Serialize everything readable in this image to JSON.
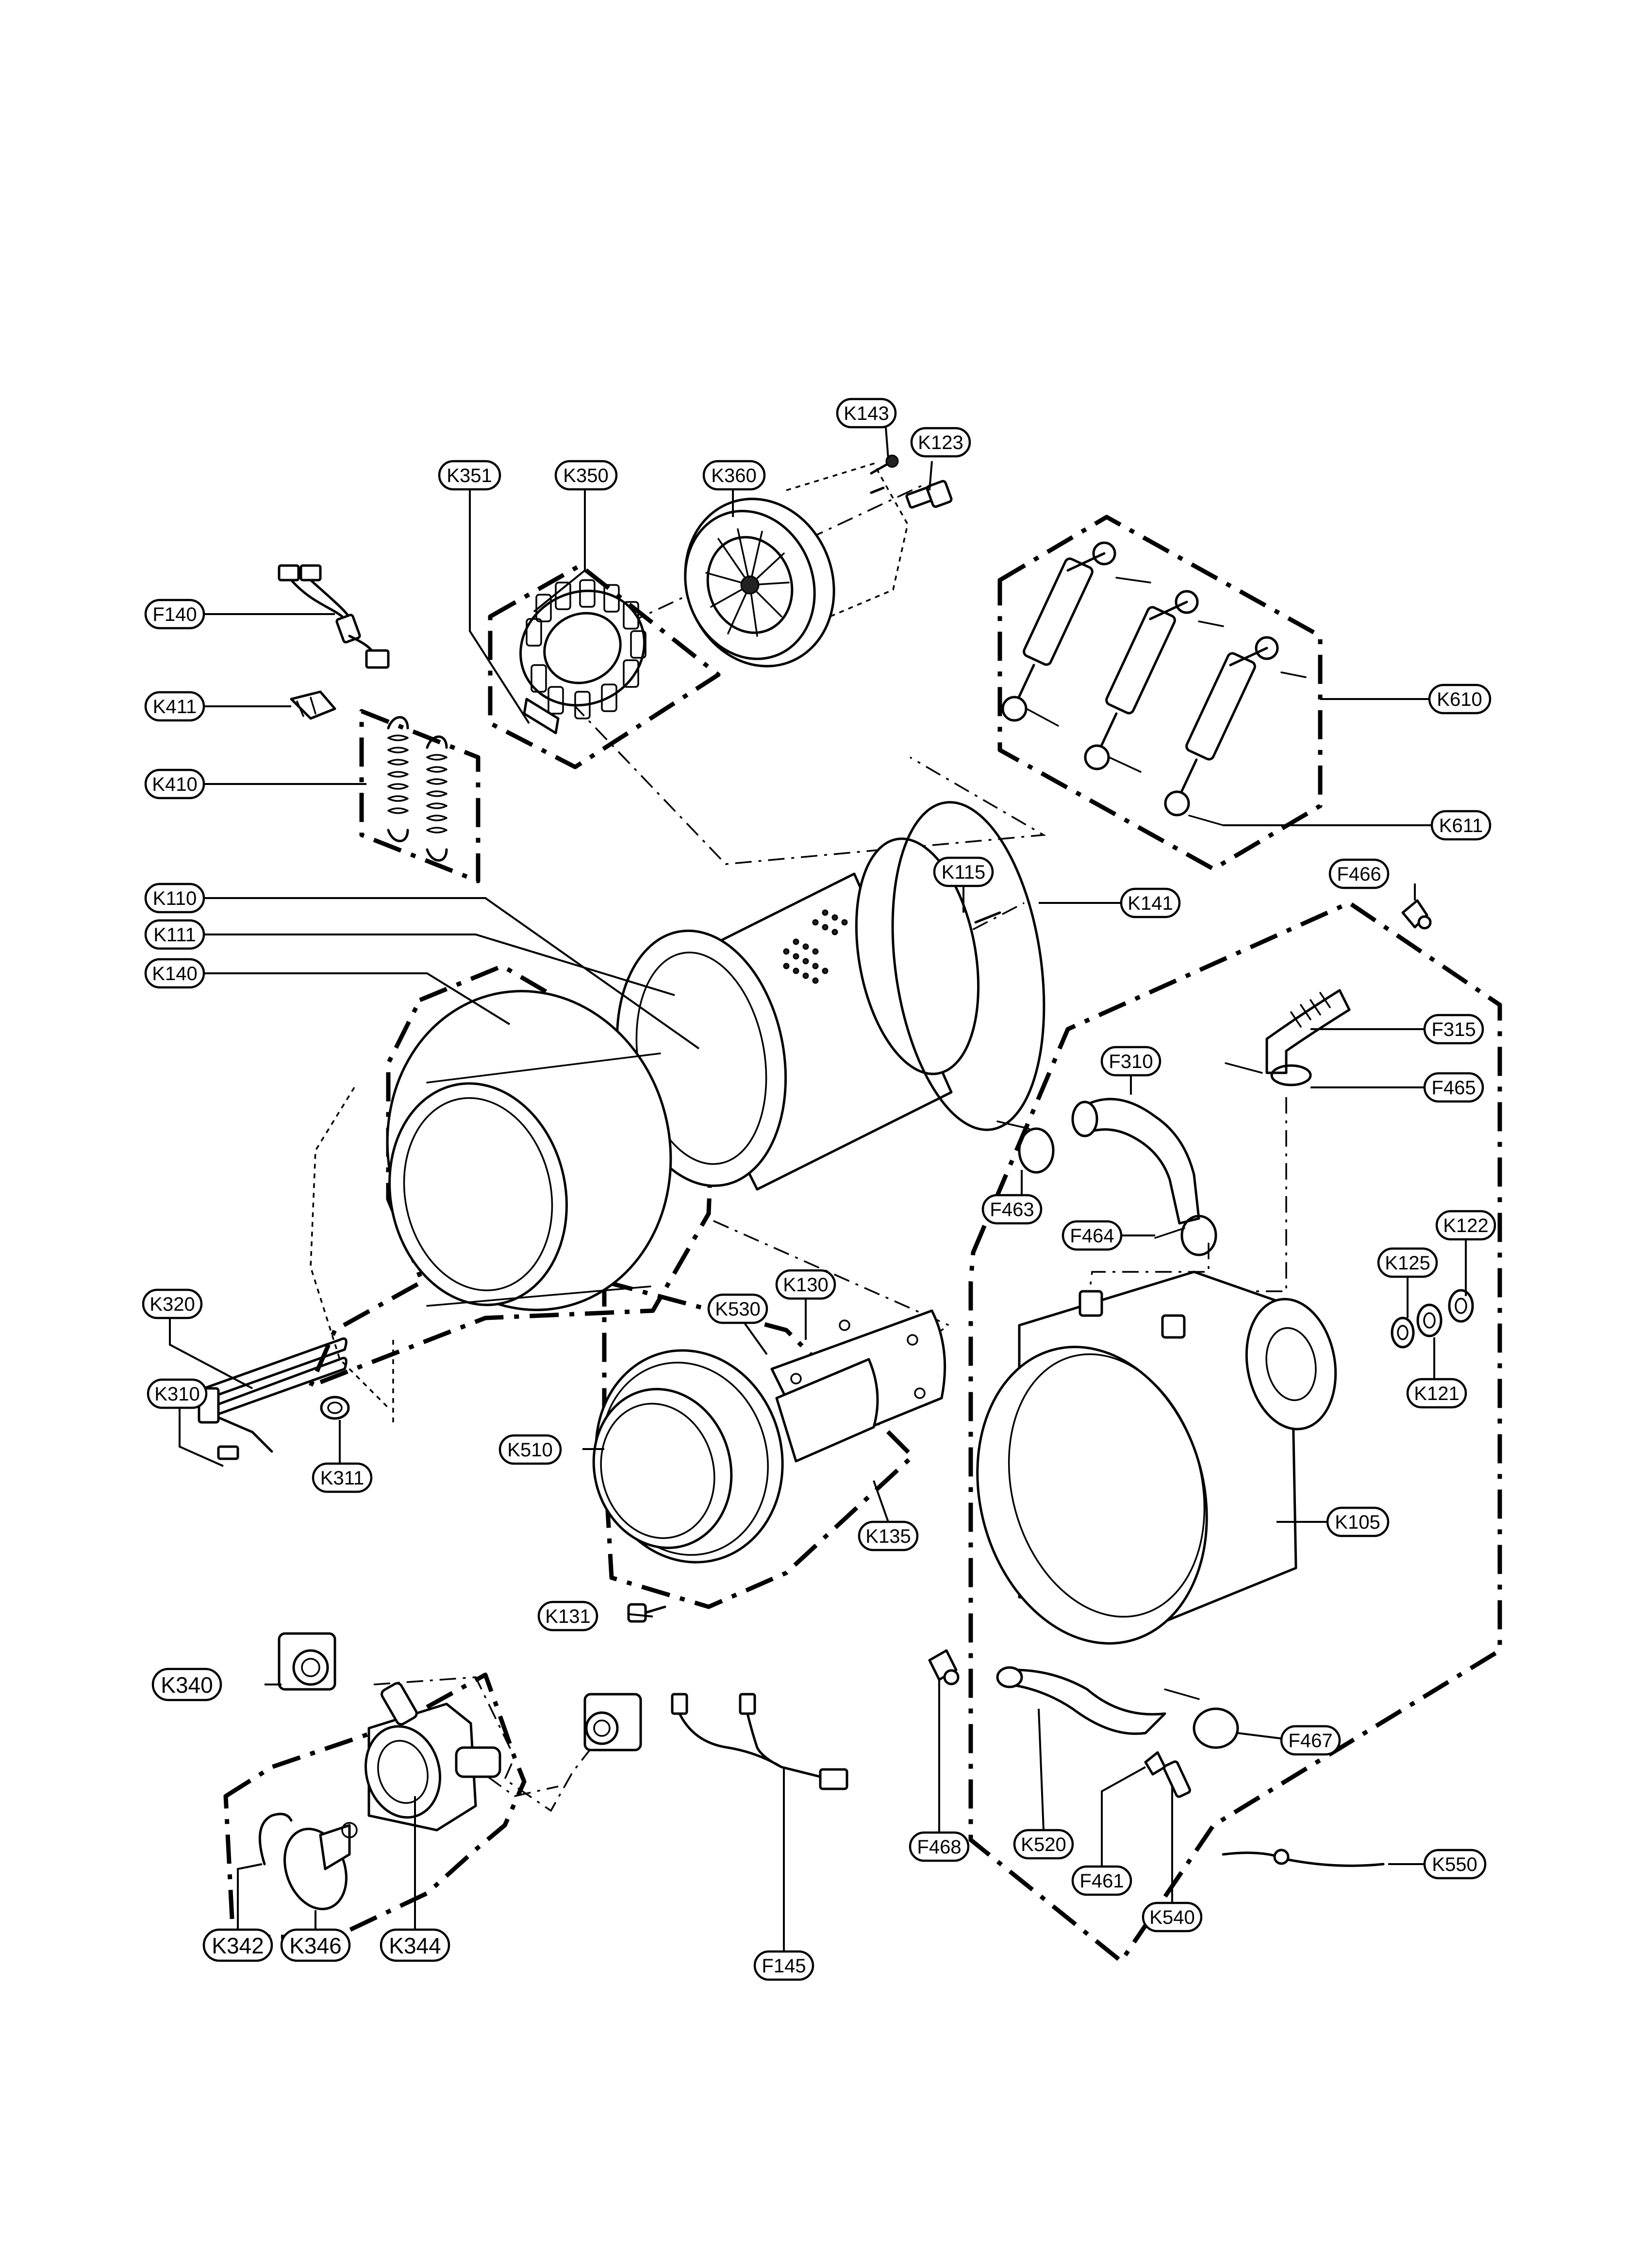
{
  "callouts": {
    "k143": "K143",
    "k123": "K123",
    "k351": "K351",
    "k350": "K350",
    "k360": "K360",
    "f140": "F140",
    "k411": "K411",
    "k410": "K410",
    "k610": "K610",
    "k611": "K611",
    "k115": "K115",
    "k141": "K141",
    "k110": "K110",
    "k111": "K111",
    "k140": "K140",
    "f466": "F466",
    "f315": "F315",
    "f310": "F310",
    "f465": "F465",
    "f463": "F463",
    "f464": "F464",
    "k122": "K122",
    "k125": "K125",
    "k121": "K121",
    "k320": "K320",
    "k530": "K530",
    "k130": "K130",
    "k310": "K310",
    "k510": "K510",
    "k311": "K311",
    "k135": "K135",
    "k105": "K105",
    "k131": "K131",
    "k340": "K340",
    "f467": "F467",
    "f468": "F468",
    "k520": "K520",
    "k550": "K550",
    "f461": "F461",
    "k540": "K540",
    "k342": "K342",
    "k346": "K346",
    "k344": "K344",
    "f145": "F145"
  }
}
